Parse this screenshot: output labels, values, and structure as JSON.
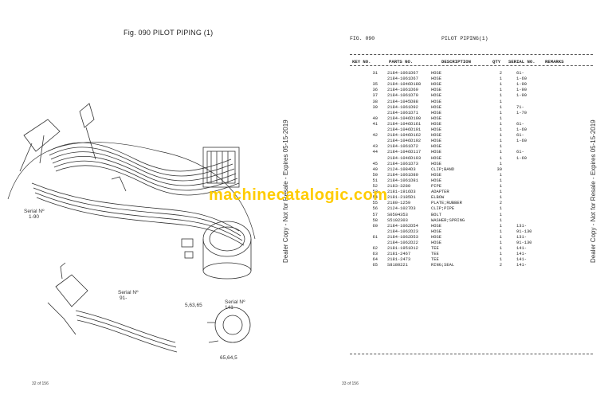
{
  "left": {
    "fig_title": "Fig. 090 PILOT PIPING (1)",
    "serial_a": {
      "label": "Serial Nº",
      "value": "1-90"
    },
    "serial_b": {
      "label": "Serial Nº",
      "value": "91-"
    },
    "serial_c": {
      "label": "Serial Nº",
      "value": "141-"
    },
    "callout_a": "5,63,65",
    "callout_b": "65,64,5",
    "page_number": "32 of 156"
  },
  "right": {
    "fig": "FIG. 090",
    "title": "PILOT PIPING(1)",
    "headers": {
      "key": "KEY NO.",
      "parts": "PARTS NO.",
      "desc": "DESCRIPTION",
      "qty": "QTY",
      "serial": "SERIAL NO.",
      "remarks": "REMARKS"
    },
    "rows": [
      {
        "key": "31",
        "part": "2184-1061D67",
        "desc": "HOSE",
        "qty": "2",
        "serial": "61-"
      },
      {
        "key": "",
        "part": "2184-1061D67",
        "desc": "HOSE",
        "qty": "1",
        "serial": "1-60"
      },
      {
        "key": "35",
        "part": "2184-1046D188",
        "desc": "HOSE",
        "qty": "1",
        "serial": "1-90"
      },
      {
        "key": "36",
        "part": "2184-1061D69",
        "desc": "HOSE",
        "qty": "1",
        "serial": "1-90"
      },
      {
        "key": "37",
        "part": "2184-1061D70",
        "desc": "HOSE",
        "qty": "1",
        "serial": "1-90"
      },
      {
        "key": "38",
        "part": "2184-1045D88",
        "desc": "HOSE",
        "qty": "1",
        "serial": ""
      },
      {
        "key": "39",
        "part": "2184-1061D92",
        "desc": "HOSE",
        "qty": "1",
        "serial": "71-"
      },
      {
        "key": "",
        "part": "2184-1061D71",
        "desc": "HOSE",
        "qty": "1",
        "serial": "1-70"
      },
      {
        "key": "40",
        "part": "2184-1046D190",
        "desc": "HOSE",
        "qty": "1",
        "serial": ""
      },
      {
        "key": "41",
        "part": "2184-1046D161",
        "desc": "HOSE",
        "qty": "1",
        "serial": "61-"
      },
      {
        "key": "",
        "part": "2184-1046D191",
        "desc": "HOSE",
        "qty": "1",
        "serial": "1-60"
      },
      {
        "key": "42",
        "part": "2184-1046D162",
        "desc": "HOSE",
        "qty": "1",
        "serial": "61-"
      },
      {
        "key": "",
        "part": "2184-1046D192",
        "desc": "HOSE",
        "qty": "1",
        "serial": "1-60"
      },
      {
        "key": "43",
        "part": "2184-1061D72",
        "desc": "HOSE",
        "qty": "1",
        "serial": ""
      },
      {
        "key": "44",
        "part": "2184-1046D117",
        "desc": "HOSE",
        "qty": "1",
        "serial": "61-"
      },
      {
        "key": "",
        "part": "2184-1046D193",
        "desc": "HOSE",
        "qty": "1",
        "serial": "1-60"
      },
      {
        "key": "45",
        "part": "2184-1061D73",
        "desc": "HOSE",
        "qty": "1",
        "serial": ""
      },
      {
        "key": "49",
        "part": "2124-1084D3",
        "desc": "CLIP;BAND",
        "qty": "30",
        "serial": ""
      },
      {
        "key": "50",
        "part": "2184-1061D80",
        "desc": "HOSE",
        "qty": "1",
        "serial": ""
      },
      {
        "key": "51",
        "part": "2184-1061D81",
        "desc": "HOSE",
        "qty": "1",
        "serial": ""
      },
      {
        "key": "52",
        "part": "2183-3280",
        "desc": "PIPE",
        "qty": "1",
        "serial": ""
      },
      {
        "key": "53",
        "part": "2181-1916D3",
        "desc": "ADAPTER",
        "qty": "1",
        "serial": ""
      },
      {
        "key": "54",
        "part": "2181-2185D1",
        "desc": "ELBOW",
        "qty": "1",
        "serial": ""
      },
      {
        "key": "55",
        "part": "2180-1259",
        "desc": "PLATE;RUBBER",
        "qty": "2",
        "serial": ""
      },
      {
        "key": "56",
        "part": "2124-1027D3",
        "desc": "CLIP;PIPE",
        "qty": "1",
        "serial": ""
      },
      {
        "key": "57",
        "part": "S0504353",
        "desc": "BOLT",
        "qty": "1",
        "serial": ""
      },
      {
        "key": "58",
        "part": "S5102303",
        "desc": "WASHER;SPRING",
        "qty": "1",
        "serial": ""
      },
      {
        "key": "60",
        "part": "2184-1062D54",
        "desc": "HOSE",
        "qty": "1",
        "serial": "131-"
      },
      {
        "key": "",
        "part": "2184-1062D23",
        "desc": "HOSE",
        "qty": "1",
        "serial": "91-130"
      },
      {
        "key": "61",
        "part": "2184-1062D53",
        "desc": "HOSE",
        "qty": "1",
        "serial": "131-"
      },
      {
        "key": "",
        "part": "2184-1062D22",
        "desc": "HOSE",
        "qty": "1",
        "serial": "91-130"
      },
      {
        "key": "62",
        "part": "2181-1951D12",
        "desc": "TEE",
        "qty": "1",
        "serial": "141-"
      },
      {
        "key": "63",
        "part": "2181-2467",
        "desc": "TEE",
        "qty": "1",
        "serial": "141-"
      },
      {
        "key": "64",
        "part": "2181-2473",
        "desc": "TEE",
        "qty": "1",
        "serial": "141-"
      },
      {
        "key": "65",
        "part": "S8180221",
        "desc": "RING;SEAL",
        "qty": "2",
        "serial": "141-"
      }
    ],
    "page_number": "33 of 156"
  },
  "dealer_notice": "Dealer Copy - Not for Resale - Expires 05-15-2019",
  "watermark": "machinecatalogic.com",
  "colors": {
    "watermark": "#ffcc00",
    "ink": "#222222"
  }
}
